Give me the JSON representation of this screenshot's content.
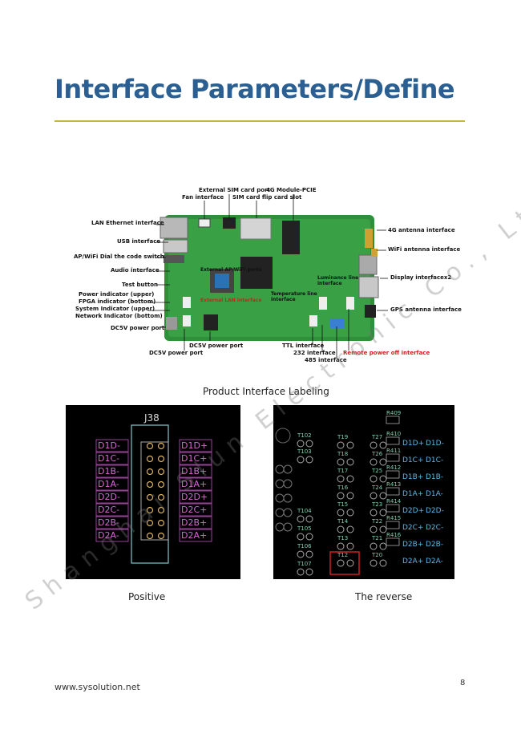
{
  "title": "Interface Parameters/Define",
  "board": {
    "labels": {
      "external_sim": "External SIM card port",
      "module_4g": "4G Module-PCIE",
      "fan": "Fan interface",
      "sim_flip": "SIM card flip card slot",
      "lan": "LAN Ethernet interface",
      "usb": "USB interface",
      "ap_wifi": "AP/WiFi Dial the code switch",
      "audio": "Audio interface",
      "test": "Test button",
      "power_ind": "Power indicator (upper)",
      "fpga_ind": "FPGA indicator (bottom)",
      "system_ind": "System Indicator  (upper)",
      "network_ind": "Network Indicator (bottom)",
      "dc5v_port1": "DC5V power port",
      "dc5v_port2": "DC5V power port",
      "dc5v_port3": "DC5V power port",
      "antenna_4g": "4G antenna interface",
      "wifi_antenna": "WiFi antenna interface",
      "display": "Display interfacex2",
      "gps": "GPS antenna interface",
      "ttl": "TTL interface",
      "if232": "232 interface",
      "if485": "485 interface",
      "remote_off": "Remote power off interface",
      "ext_ap_wifi": "External AP/WiFi ports",
      "ext_lan": "External LAN interface",
      "luminance": "Luminance line interface",
      "temperature": "Temperature line interface"
    }
  },
  "product_caption": "Product Interface Labeling",
  "positive": {
    "caption": "Positive",
    "header": "J38",
    "left_pins": [
      "D1D-",
      "D1C-",
      "D1B-",
      "D1A-",
      "D2D-",
      "D2C-",
      "D2B-",
      "D2A-"
    ],
    "right_pins": [
      "D1D+",
      "D1C+",
      "D1B+",
      "D1A+",
      "D2D+",
      "D2C+",
      "D2B+",
      "D2A+"
    ]
  },
  "reverse": {
    "caption": "The reverse",
    "resistors": [
      "R409",
      "R410",
      "R411",
      "R412",
      "R413",
      "R414",
      "R415",
      "R416"
    ],
    "left_tp": [
      "T102",
      "T103",
      "T104",
      "T105",
      "T106",
      "T107"
    ],
    "mid_tp": [
      "T19",
      "T18",
      "T17",
      "T16",
      "T15",
      "T14",
      "T13",
      "T12"
    ],
    "right_tp": [
      "T27",
      "T26",
      "T25",
      "T24",
      "T23",
      "T22",
      "T21",
      "T20"
    ],
    "signals_a": [
      "D1D+",
      "D1C+",
      "D1B+",
      "D1A+",
      "D2D+",
      "D2C+",
      "D2B+",
      "D2A+"
    ],
    "signals_b": [
      "D1D-",
      "D1C-",
      "D1B-",
      "D1A-",
      "D2D-",
      "D2C-",
      "D2B-",
      "D2A-"
    ]
  },
  "watermark": "Shanghai Slun Electronic Co., Ltd.",
  "footer": {
    "url": "www.sysolution.net",
    "page": "8"
  }
}
